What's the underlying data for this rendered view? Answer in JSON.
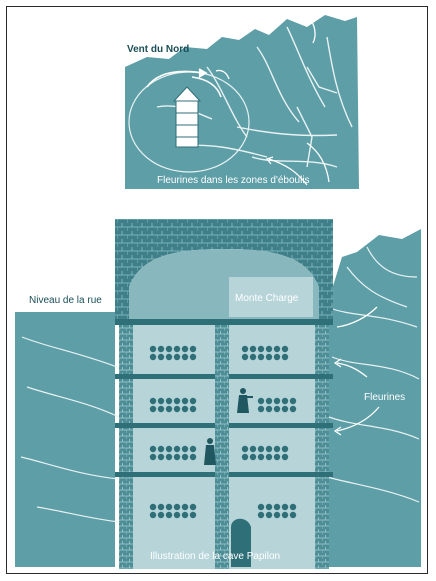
{
  "colors": {
    "rock": "#5d9ea7",
    "rock_dark": "#3f7f89",
    "crack": "#e8f2f3",
    "stone": "#2f6f78",
    "wall": "#88b8be",
    "wall_light": "#b7d5d9",
    "ground_line": "#1f5860",
    "text_dark": "#1a4f57",
    "text_light": "#ffffff"
  },
  "icons": {
    "wind_arrow": "curved-arrow",
    "vent_tower": "ventilation-tower",
    "barrel_row": "barrel-stack",
    "person": "worker-figure"
  },
  "labels": {
    "vent_du_nord": "Vent du Nord",
    "fleurines_eboulis": "Fleurines dans les zones d'éboulis",
    "niveau_rue": "Niveau de la rue",
    "monte_charge": "Monte Charge",
    "fleurines": "Fleurines",
    "illustration_cave": "Illustration de la cave Papilon"
  }
}
